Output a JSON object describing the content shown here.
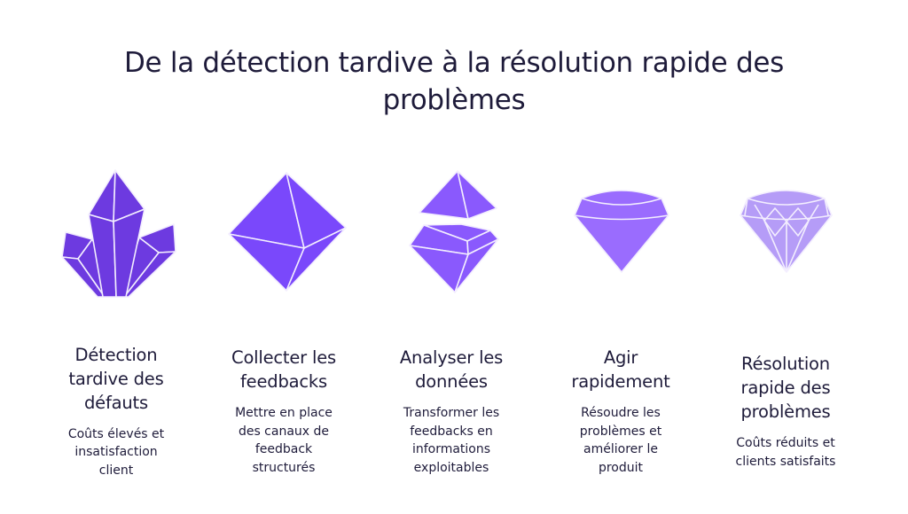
{
  "title": "De la détection tardive à la résolution rapide des\nproblèmes",
  "colors": {
    "text": "#1e1b3a",
    "step1": "#6d3ae0",
    "step2": "#7a48fb",
    "step3": "#8a59fd",
    "step4": "#9a6cfe",
    "step5": "#b59cf7"
  },
  "steps": [
    {
      "icon": "crystal-cluster-icon",
      "heading": "Détection\ntardive des\ndéfauts",
      "description": "Coûts élevés et\ninsatisfaction\nclient"
    },
    {
      "icon": "octahedron-icon",
      "heading": "Collecter les\nfeedbacks",
      "description": "Mettre en place\ndes canaux de\nfeedback\nstructurés"
    },
    {
      "icon": "split-gem-icon",
      "heading": "Analyser les\ndonnées",
      "description": "Transformer les\nfeedbacks en\ninformations\nexploitables"
    },
    {
      "icon": "rough-diamond-icon",
      "heading": "Agir\nrapidement",
      "description": "Résoudre les\nproblèmes et\naméliorer le\nproduit"
    },
    {
      "icon": "cut-diamond-icon",
      "heading": "Résolution\nrapide des\nproblèmes",
      "description": "Coûts réduits et\nclients satisfaits"
    }
  ]
}
